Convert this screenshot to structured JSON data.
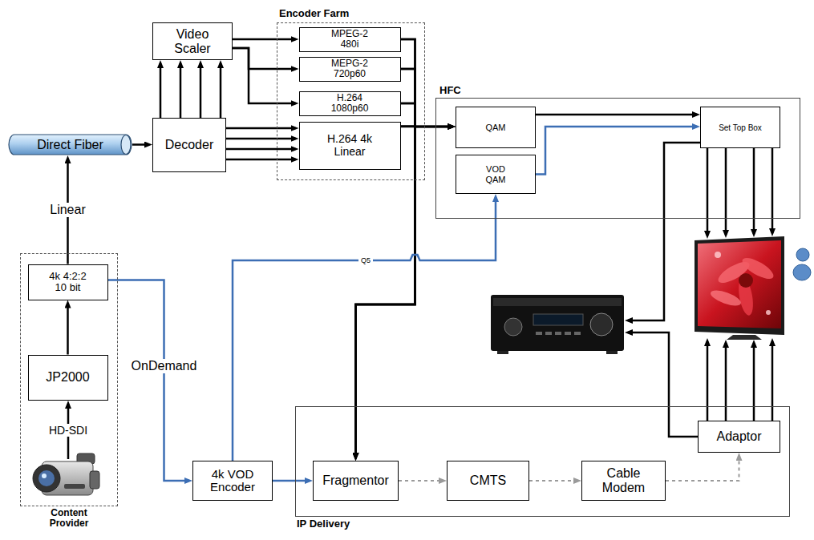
{
  "diagram": {
    "nodes": [
      {
        "text": [
          "Video Scaler"
        ]
      },
      {
        "text": [
          "Encoder Farm"
        ]
      },
      {
        "text": [
          "MPEG-2 480i"
        ],
        "in": 1
      },
      {
        "text": [
          "MEPG-2 720p60"
        ],
        "in": 1
      },
      {
        "text": [
          "H.264 1080p60"
        ],
        "in": 1
      },
      {
        "text": [
          "H.264 4k Linear"
        ],
        "in": 1
      },
      {
        "text": [
          "Direct Fiber"
        ]
      },
      {
        "text": [
          "Decoder"
        ]
      },
      {
        "text": [
          "HFC"
        ]
      },
      {
        "text": [
          "QAM"
        ],
        "in": 8
      },
      {
        "text": [
          "VOD QAM"
        ],
        "in": 8
      },
      {
        "text": [
          "Set Top Box"
        ],
        "in": 8
      },
      {
        "text": [
          "Content Provider"
        ]
      },
      {
        "text": [
          "4k 4:2:2 10 bit"
        ],
        "in": 12
      },
      {
        "text": [
          "JP2000"
        ],
        "in": 12
      },
      {
        "text": [
          "4k VOD Encoder"
        ]
      },
      {
        "text": [
          "IP Delivery"
        ]
      },
      {
        "text": [
          "Fragmentor"
        ],
        "in": 16
      },
      {
        "text": [
          "CMTS"
        ],
        "in": 16
      },
      {
        "text": [
          "Cable Modem"
        ],
        "in": 16
      },
      {
        "text": [
          "Adaptor"
        ],
        "in": 16
      }
    ],
    "edges": [
      {
        "from": 14,
        "to": 13,
        "arrow": "to"
      },
      {
        "from": 13,
        "to": 6,
        "label": "Linear",
        "arrow": "to"
      },
      {
        "from": 6,
        "to": 7,
        "arrow": "to"
      },
      {
        "from": 7,
        "to": 0,
        "arrow": "to"
      },
      {
        "from": 7,
        "to": 0,
        "arrow": "to"
      },
      {
        "from": 7,
        "to": 0,
        "arrow": "to"
      },
      {
        "from": 7,
        "to": 0,
        "arrow": "to"
      },
      {
        "from": 7,
        "to": 5,
        "arrow": "to"
      },
      {
        "from": 7,
        "to": 5,
        "arrow": "to"
      },
      {
        "from": 7,
        "to": 5,
        "arrow": "to"
      },
      {
        "from": 7,
        "to": 5,
        "arrow": "to"
      },
      {
        "from": 0,
        "to": 2,
        "arrow": "to"
      },
      {
        "from": 0,
        "to": 3,
        "arrow": "to"
      },
      {
        "from": 0,
        "to": 4,
        "arrow": "to"
      },
      {
        "from": 2,
        "to": 9,
        "arrow": "to"
      },
      {
        "from": 3,
        "to": 9,
        "arrow": "to"
      },
      {
        "from": 4,
        "to": 9,
        "arrow": "to"
      },
      {
        "from": 5,
        "to": 9,
        "arrow": "to"
      },
      {
        "from": 2,
        "to": 17,
        "arrow": "to"
      },
      {
        "from": 3,
        "to": 17,
        "arrow": "to"
      },
      {
        "from": 4,
        "to": 17,
        "arrow": "to"
      },
      {
        "from": 5,
        "to": 17,
        "arrow": "to"
      },
      {
        "from": 9,
        "to": 11,
        "arrow": "to"
      },
      {
        "from": 10,
        "to": 11,
        "arrow": "to"
      },
      {
        "from": 13,
        "to": 15,
        "label": "OnDemand",
        "arrow": "to"
      },
      {
        "from": 15,
        "to": 10,
        "label": "Q5",
        "arrow": "to"
      },
      {
        "from": 15,
        "to": 17,
        "arrow": "to"
      },
      {
        "from": 17,
        "to": 18,
        "arrow": "to"
      },
      {
        "from": 18,
        "to": 19,
        "arrow": "to"
      },
      {
        "from": 19,
        "to": 20,
        "arrow": "to"
      }
    ],
    "labels": [
      "HD-SDI"
    ]
  }
}
